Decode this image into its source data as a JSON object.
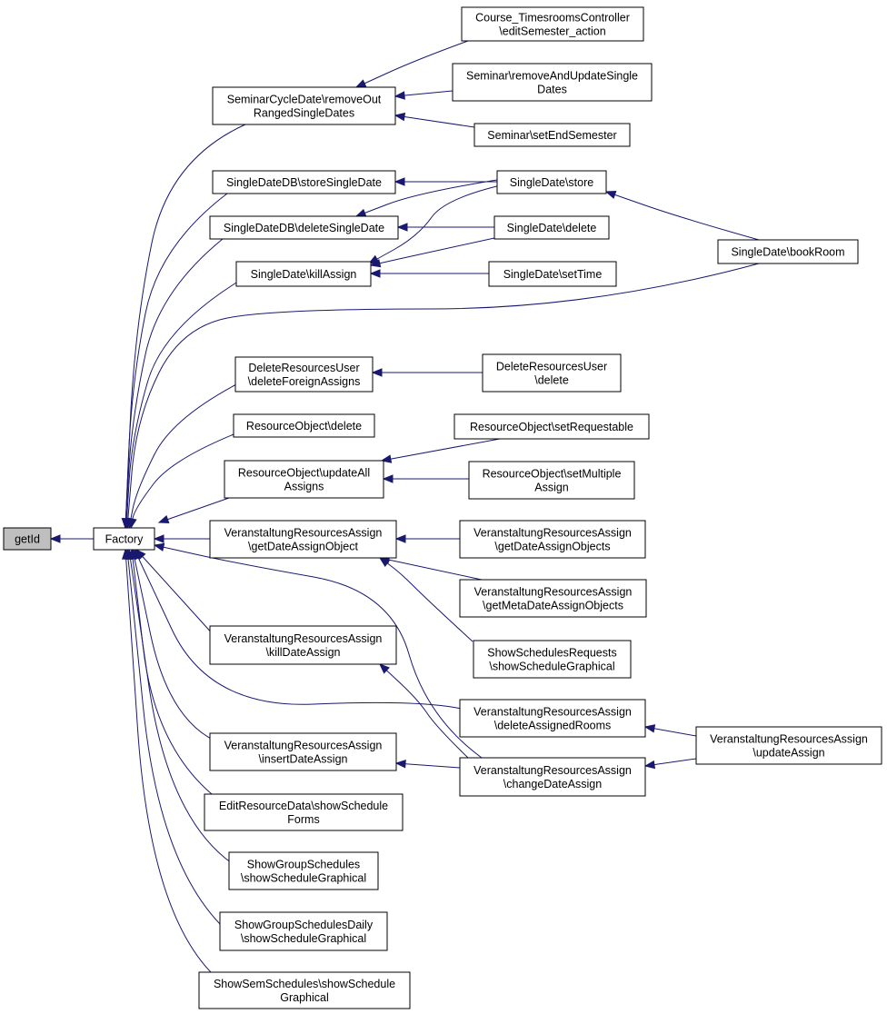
{
  "diagram": {
    "nodes": {
      "getId": [
        "getId"
      ],
      "Factory": [
        "Factory"
      ],
      "SCD_removeOut": [
        "SeminarCycleDate\\removeOut",
        "RangedSingleDates"
      ],
      "CTC_editSemester": [
        "Course_TimesroomsController",
        "\\editSemester_action"
      ],
      "Sem_removeAndUpdate": [
        "Seminar\\removeAndUpdateSingle",
        "Dates"
      ],
      "Sem_setEndSemester": [
        "Seminar\\setEndSemester"
      ],
      "SDDB_store": [
        "SingleDateDB\\storeSingleDate"
      ],
      "SD_store": [
        "SingleDate\\store"
      ],
      "SDDB_delete": [
        "SingleDateDB\\deleteSingleDate"
      ],
      "SD_delete": [
        "SingleDate\\delete"
      ],
      "SD_bookRoom": [
        "SingleDate\\bookRoom"
      ],
      "SD_killAssign": [
        "SingleDate\\killAssign"
      ],
      "SD_setTime": [
        "SingleDate\\setTime"
      ],
      "DRU_deleteForeign": [
        "DeleteResourcesUser",
        "\\deleteForeignAssigns"
      ],
      "DRU_delete": [
        "DeleteResourcesUser",
        "\\delete"
      ],
      "RO_delete": [
        "ResourceObject\\delete"
      ],
      "RO_setRequestable": [
        "ResourceObject\\setRequestable"
      ],
      "RO_updateAll": [
        "ResourceObject\\updateAll",
        "Assigns"
      ],
      "RO_setMultiple": [
        "ResourceObject\\setMultiple",
        "Assign"
      ],
      "VRA_getDateAssignObject": [
        "VeranstaltungResourcesAssign",
        "\\getDateAssignObject"
      ],
      "VRA_getDateAssignObjects": [
        "VeranstaltungResourcesAssign",
        "\\getDateAssignObjects"
      ],
      "VRA_getMetaDate": [
        "VeranstaltungResourcesAssign",
        "\\getMetaDateAssignObjects"
      ],
      "SSR_showScheduleGraphical": [
        "ShowSchedulesRequests",
        "\\showScheduleGraphical"
      ],
      "VRA_killDateAssign": [
        "VeranstaltungResourcesAssign",
        "\\killDateAssign"
      ],
      "VRA_deleteAssignedRooms": [
        "VeranstaltungResourcesAssign",
        "\\deleteAssignedRooms"
      ],
      "VRA_updateAssign": [
        "VeranstaltungResourcesAssign",
        "\\updateAssign"
      ],
      "VRA_insertDateAssign": [
        "VeranstaltungResourcesAssign",
        "\\insertDateAssign"
      ],
      "VRA_changeDateAssign": [
        "VeranstaltungResourcesAssign",
        "\\changeDateAssign"
      ],
      "ERD_showScheduleForms": [
        "EditResourceData\\showSchedule",
        "Forms"
      ],
      "SGS_showScheduleGraphical": [
        "ShowGroupSchedules",
        "\\showScheduleGraphical"
      ],
      "SGSD_showScheduleGraphical": [
        "ShowGroupSchedulesDaily",
        "\\showScheduleGraphical"
      ],
      "SSS_showScheduleGraphical": [
        "ShowSemSchedules\\showSchedule",
        "Graphical"
      ]
    },
    "edges": [
      [
        "Factory",
        "getId"
      ],
      [
        "SCD_removeOut",
        "Factory"
      ],
      [
        "SDDB_store",
        "Factory"
      ],
      [
        "SDDB_delete",
        "Factory"
      ],
      [
        "SD_killAssign",
        "Factory"
      ],
      [
        "SD_bookRoom",
        "Factory"
      ],
      [
        "DRU_deleteForeign",
        "Factory"
      ],
      [
        "RO_delete",
        "Factory"
      ],
      [
        "RO_updateAll",
        "Factory"
      ],
      [
        "VRA_getDateAssignObject",
        "Factory"
      ],
      [
        "VRA_changeDateAssign",
        "Factory"
      ],
      [
        "VRA_killDateAssign",
        "Factory"
      ],
      [
        "VRA_deleteAssignedRooms",
        "Factory"
      ],
      [
        "VRA_insertDateAssign",
        "Factory"
      ],
      [
        "ERD_showScheduleForms",
        "Factory"
      ],
      [
        "SGS_showScheduleGraphical",
        "Factory"
      ],
      [
        "SGSD_showScheduleGraphical",
        "Factory"
      ],
      [
        "SSS_showScheduleGraphical",
        "Factory"
      ],
      [
        "CTC_editSemester",
        "SCD_removeOut"
      ],
      [
        "Sem_removeAndUpdate",
        "SCD_removeOut"
      ],
      [
        "Sem_setEndSemester",
        "SCD_removeOut"
      ],
      [
        "SD_store",
        "SDDB_store"
      ],
      [
        "SD_store",
        "SDDB_delete"
      ],
      [
        "SD_delete",
        "SDDB_delete"
      ],
      [
        "SD_store",
        "SD_killAssign"
      ],
      [
        "SD_delete",
        "SD_killAssign"
      ],
      [
        "SD_setTime",
        "SD_killAssign"
      ],
      [
        "SD_bookRoom",
        "SD_store"
      ],
      [
        "DRU_delete",
        "DRU_deleteForeign"
      ],
      [
        "RO_setRequestable",
        "RO_updateAll"
      ],
      [
        "RO_setMultiple",
        "RO_updateAll"
      ],
      [
        "VRA_getDateAssignObjects",
        "VRA_getDateAssignObject"
      ],
      [
        "VRA_getMetaDate",
        "VRA_getDateAssignObject"
      ],
      [
        "SSR_showScheduleGraphical",
        "VRA_getDateAssignObject"
      ],
      [
        "VRA_changeDateAssign",
        "VRA_killDateAssign"
      ],
      [
        "VRA_changeDateAssign",
        "VRA_insertDateAssign"
      ],
      [
        "VRA_updateAssign",
        "VRA_deleteAssignedRooms"
      ],
      [
        "VRA_updateAssign",
        "VRA_changeDateAssign"
      ]
    ],
    "focus_node": "getId",
    "edge_color": "#191970"
  }
}
